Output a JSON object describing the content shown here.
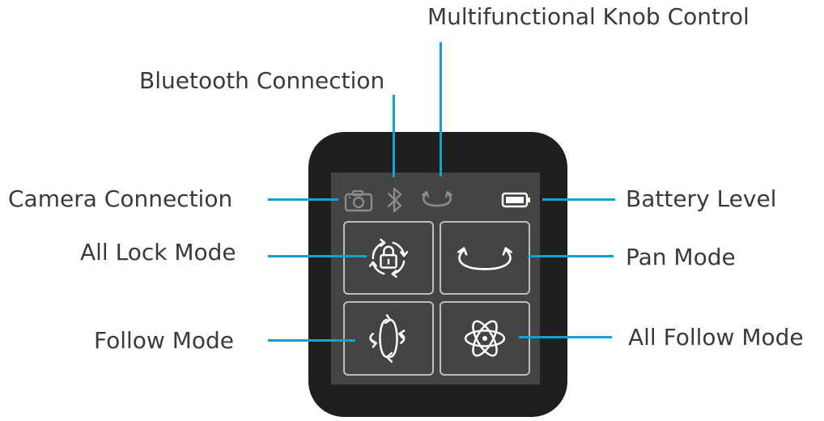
{
  "labels": {
    "knob": "Multifunctional Knob Control",
    "bluetooth": "Bluetooth Connection",
    "camera": "Camera Connection",
    "battery": "Battery Level",
    "all_lock": "All Lock Mode",
    "pan": "Pan Mode",
    "follow": "Follow Mode",
    "all_follow": "All Follow Mode"
  },
  "colors": {
    "callout_line": "#0ea5d6",
    "device_body": "#1f1f1f",
    "screen": "#444444",
    "icon": "#ffffff"
  },
  "icons": [
    "camera-icon",
    "bluetooth-icon",
    "knob-icon",
    "battery-icon",
    "all-lock-icon",
    "pan-icon",
    "follow-icon",
    "all-follow-icon"
  ]
}
